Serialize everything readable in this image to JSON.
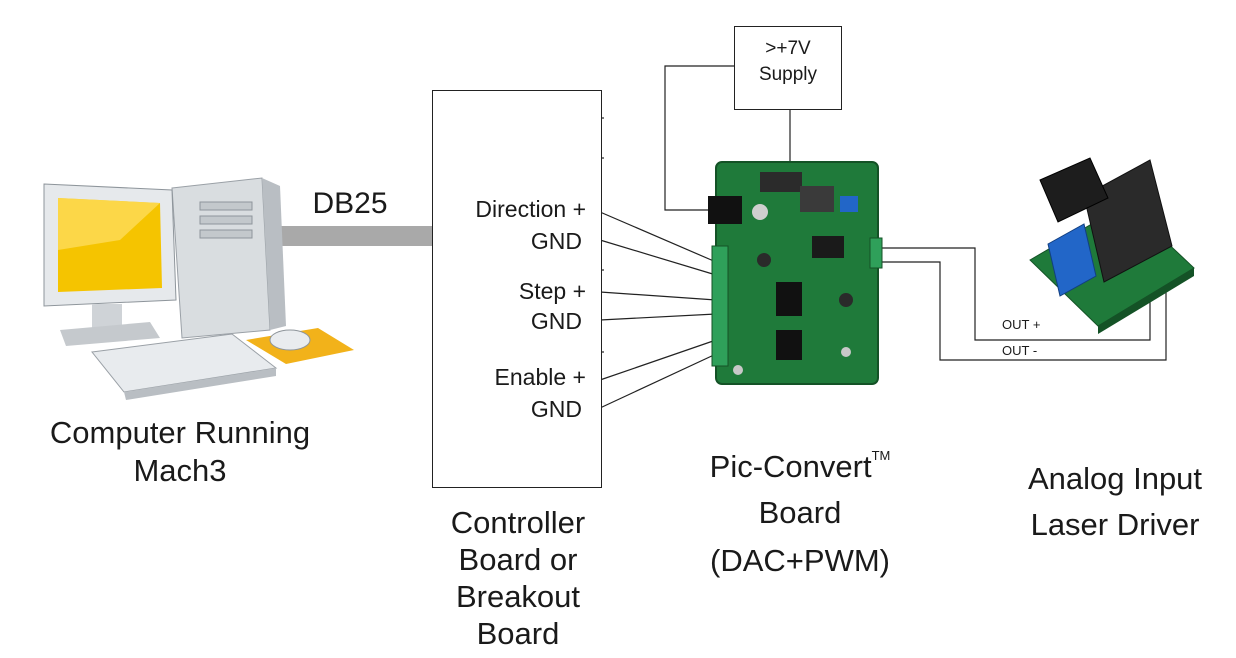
{
  "computer": {
    "cable_label": "DB25",
    "caption_line1": "Computer Running",
    "caption_line2": "Mach3"
  },
  "controller": {
    "pins": [
      "Direction +",
      "GND",
      "Step +",
      "GND",
      "Enable +",
      "GND"
    ],
    "caption_line1": "Controller",
    "caption_line2": "Board or",
    "caption_line3": "Breakout",
    "caption_line4": "Board"
  },
  "supply": {
    "line1": ">+7V",
    "line2": "Supply"
  },
  "pic_convert": {
    "name": "Pic-Convert",
    "trademark": "TM",
    "line2": "Board",
    "line3": "(DAC+PWM)"
  },
  "laser": {
    "out_plus": "OUT +",
    "out_minus": "OUT -",
    "caption_line1": "Analog Input",
    "caption_line2": "Laser Driver"
  },
  "colors": {
    "pcb_green": "#1f7a3a",
    "monitor_screen": "#f5c400",
    "cable_gray": "#a9a9a9",
    "mousepad": "#f2b21a",
    "terminal_blue": "#2266c8"
  }
}
